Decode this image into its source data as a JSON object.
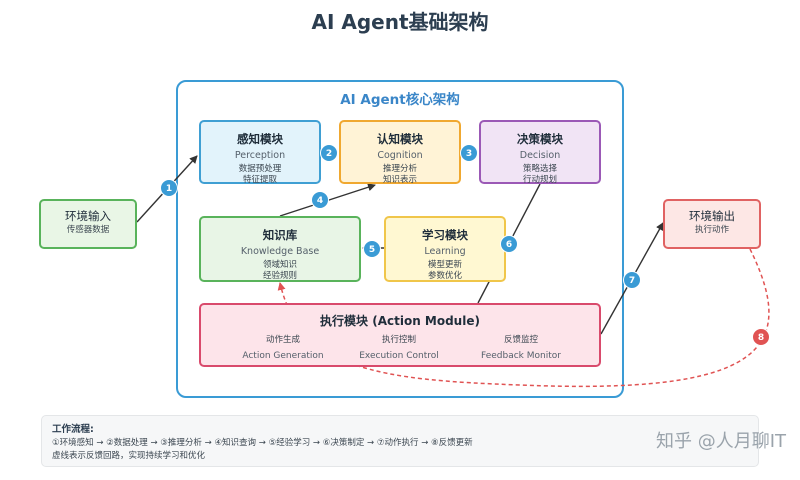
{
  "title": "AI Agent基础架构",
  "core": {
    "title": "AI Agent核心架构"
  },
  "perception": {
    "title": "感知模块",
    "english": "Perception",
    "items": [
      "数据预处理",
      "特征提取"
    ]
  },
  "cognition": {
    "title": "认知模块",
    "english": "Cognition",
    "items": [
      "推理分析",
      "知识表示"
    ]
  },
  "decision": {
    "title": "决策模块",
    "english": "Decision",
    "items": [
      "策略选择",
      "行动规划"
    ]
  },
  "knowledge": {
    "title": "知识库",
    "english": "Knowledge Base",
    "items": [
      "领域知识",
      "经验规则"
    ]
  },
  "learning": {
    "title": "学习模块",
    "english": "Learning",
    "items": [
      "模型更新",
      "参数优化"
    ]
  },
  "env_input": {
    "title": "环境输入",
    "subtitle": "传感器数据"
  },
  "env_output": {
    "title": "环境输出",
    "subtitle": "执行动作"
  },
  "action": {
    "title": "执行模块 (Action Module)",
    "columns": [
      {
        "cn": "动作生成",
        "en": "Action Generation"
      },
      {
        "cn": "执行控制",
        "en": "Execution Control"
      },
      {
        "cn": "反馈监控",
        "en": "Feedback Monitor"
      }
    ]
  },
  "steps": [
    "1",
    "2",
    "3",
    "4",
    "5",
    "6",
    "7",
    "8"
  ],
  "workflow": {
    "title": "工作流程:",
    "line1": "①环境感知 → ②数据处理 → ③推理分析 → ④知识查询 → ⑤经验学习 → ⑥决策制定 → ⑦动作执行 → ⑧反馈更新",
    "line2": "虚线表示反馈回路，实现持续学习和优化"
  },
  "watermark": "知乎 @人月聊IT",
  "colors": {
    "core_border": "#3a9bd5",
    "step_badge": "#3a9bd5",
    "feedback_badge": "#e05353",
    "feedback_line": "#e05353"
  }
}
